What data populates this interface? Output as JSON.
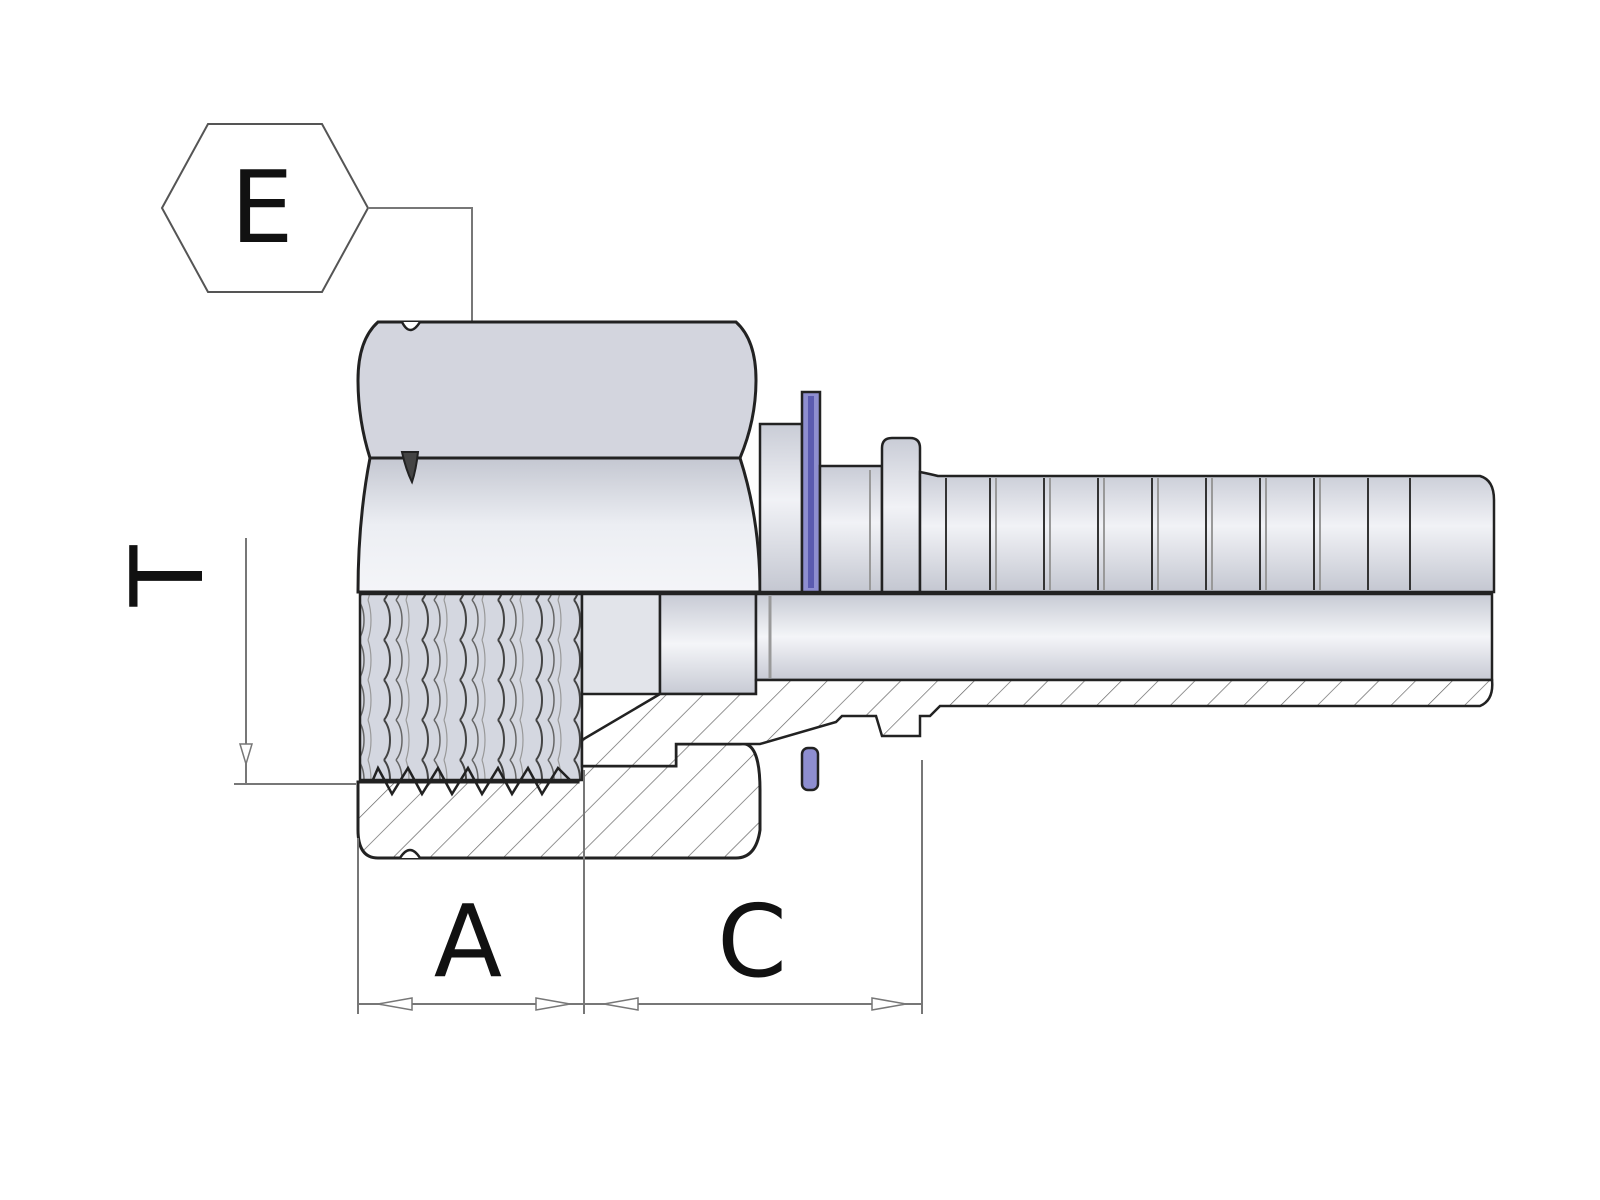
{
  "labels": {
    "hex": "E",
    "thread": "T",
    "length_a": "A",
    "length_c": "C"
  },
  "colors": {
    "metal": "#d9dbe3",
    "metal_dark": "#b9bcc6",
    "metal_light": "#eef0f5",
    "outline": "#222222",
    "oring": "#6f6fbf",
    "hatch": "#555555",
    "dim": "#777777"
  }
}
